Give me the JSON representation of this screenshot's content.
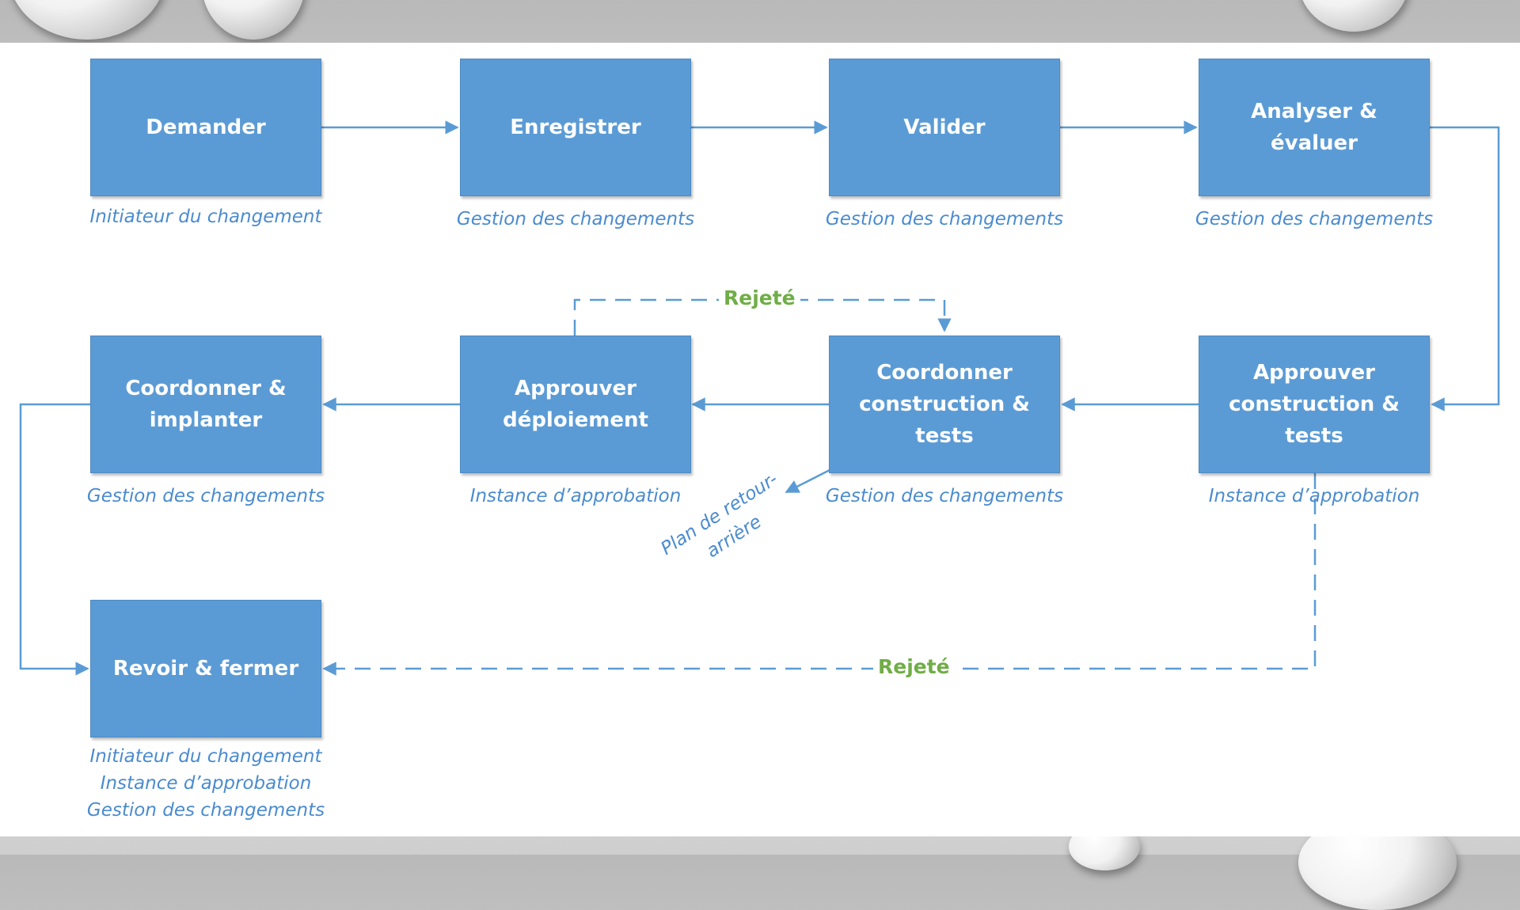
{
  "steps": {
    "demander": {
      "label": "Demander",
      "role": "Initiateur du changement"
    },
    "enregistrer": {
      "label": "Enregistrer",
      "role": "Gestion des changements"
    },
    "valider": {
      "label": "Valider",
      "role": "Gestion des changements"
    },
    "analyser": {
      "label": "Analyser & évaluer",
      "role": "Gestion des changements"
    },
    "approuver_construction": {
      "label": "Approuver\nconstruction &\ntests",
      "role": "Instance d’approbation"
    },
    "coordonner_construction": {
      "label": "Coordonner\nconstruction &\ntests",
      "role": "Gestion des changements"
    },
    "approuver_deploiement": {
      "label": "Approuver\ndéploiement",
      "role": "Instance d’approbation"
    },
    "coordonner_implanter": {
      "label": "Coordonner &\nimplanter",
      "role": "Gestion des changements"
    },
    "revoir_fermer": {
      "label": "Revoir & fermer",
      "role": "Initiateur du changement\nInstance d’approbation\nGestion des changements"
    }
  },
  "connectors": {
    "rejected_top": "Rejeté",
    "rejected_bottom": "Rejeté",
    "rollback_plan": "Plan de retour-\narrière"
  },
  "colors": {
    "box_fill": "#5b9bd5",
    "arrow": "#5b9bd5",
    "role_text": "#4a8bcf",
    "rejected_text": "#70ad47"
  }
}
